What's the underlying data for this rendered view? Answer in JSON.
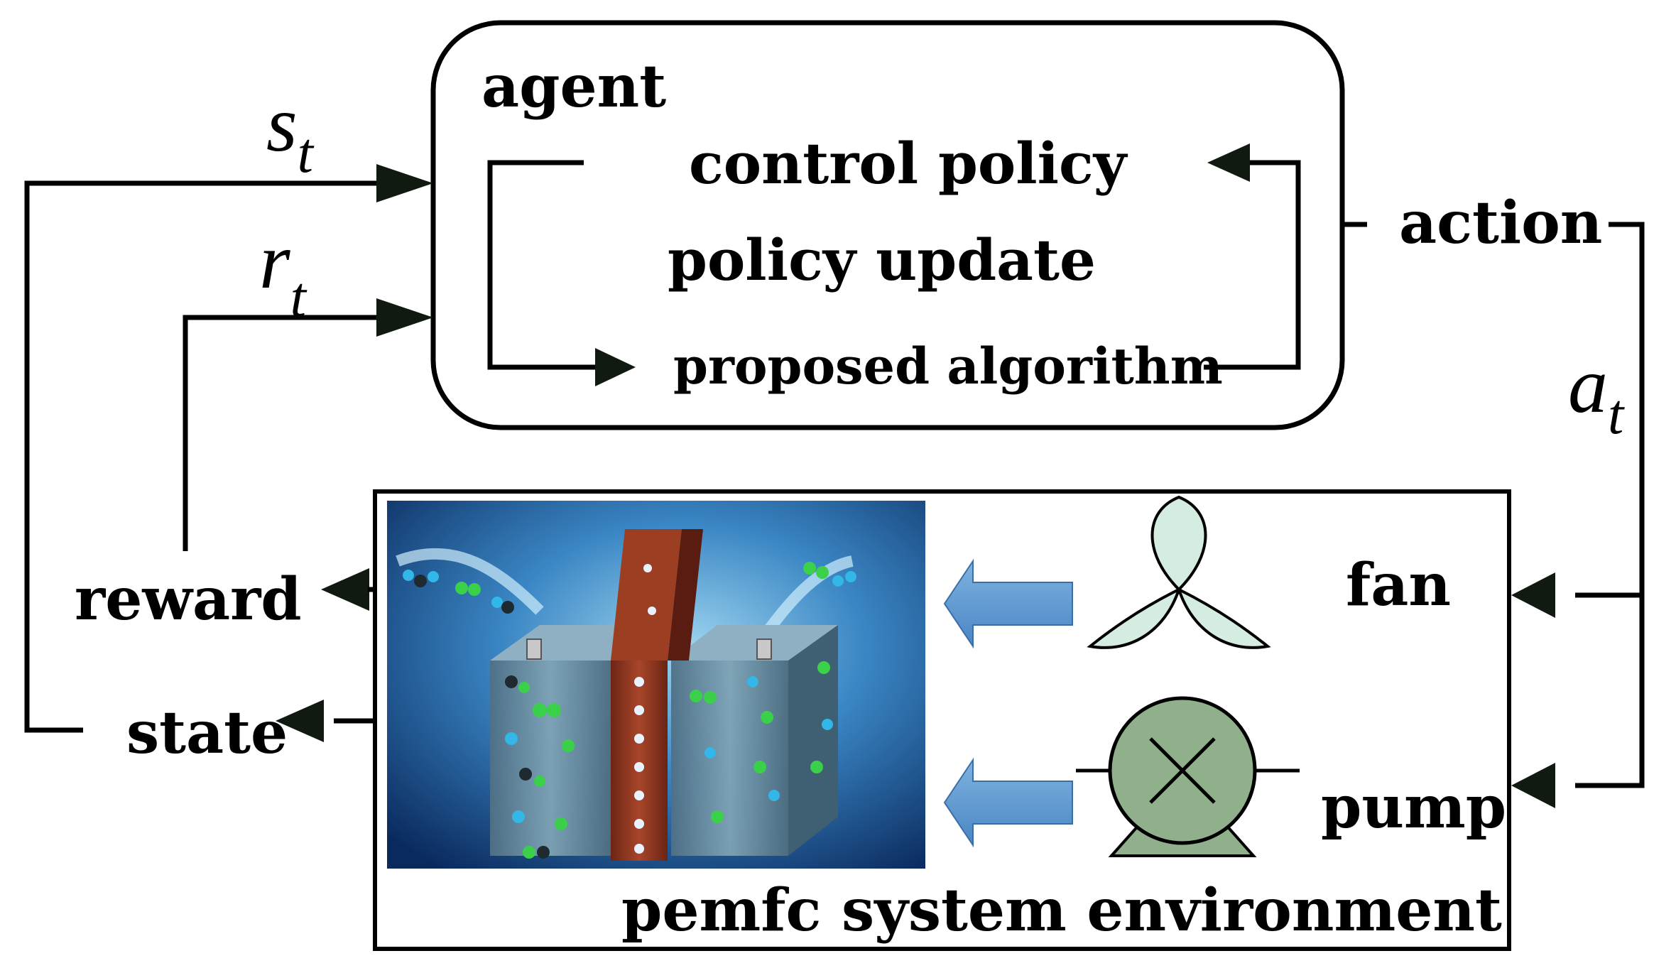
{
  "agent": {
    "title": "agent",
    "control_policy": "control policy",
    "policy_update": "policy update",
    "proposed_algorithm": "proposed algorithm"
  },
  "signals": {
    "state_symbol": "s",
    "state_sub": "t",
    "reward_symbol": "r",
    "reward_sub": "t",
    "action_symbol": "a",
    "action_sub": "t",
    "action_label": "action",
    "reward_label": "reward",
    "state_label": "state"
  },
  "environment": {
    "title": "pemfc system environment",
    "fan_label": "fan",
    "pump_label": "pump"
  },
  "colors": {
    "blue_arrow": "#5b9bd5",
    "fan_fill": "#d5ede0",
    "pump_fill": "#8fb08a",
    "line": "#000000"
  }
}
